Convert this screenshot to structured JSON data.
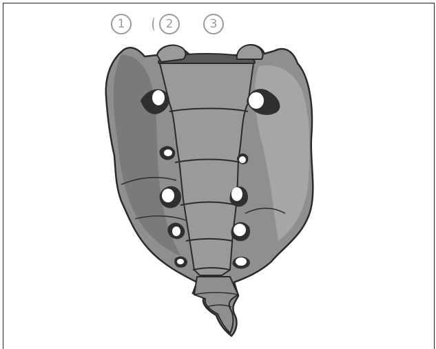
{
  "markers": [
    {
      "label": "1"
    },
    {
      "label": "2"
    },
    {
      "label": "3"
    }
  ],
  "colors": {
    "bone_fill": "#8f8f8f",
    "bone_light": "#a6a6a6",
    "bone_dark": "#6d6d6d",
    "outline": "#2a2a2a",
    "foramen_dark": "#2f2f2f",
    "marker": "#9a9a9a"
  }
}
